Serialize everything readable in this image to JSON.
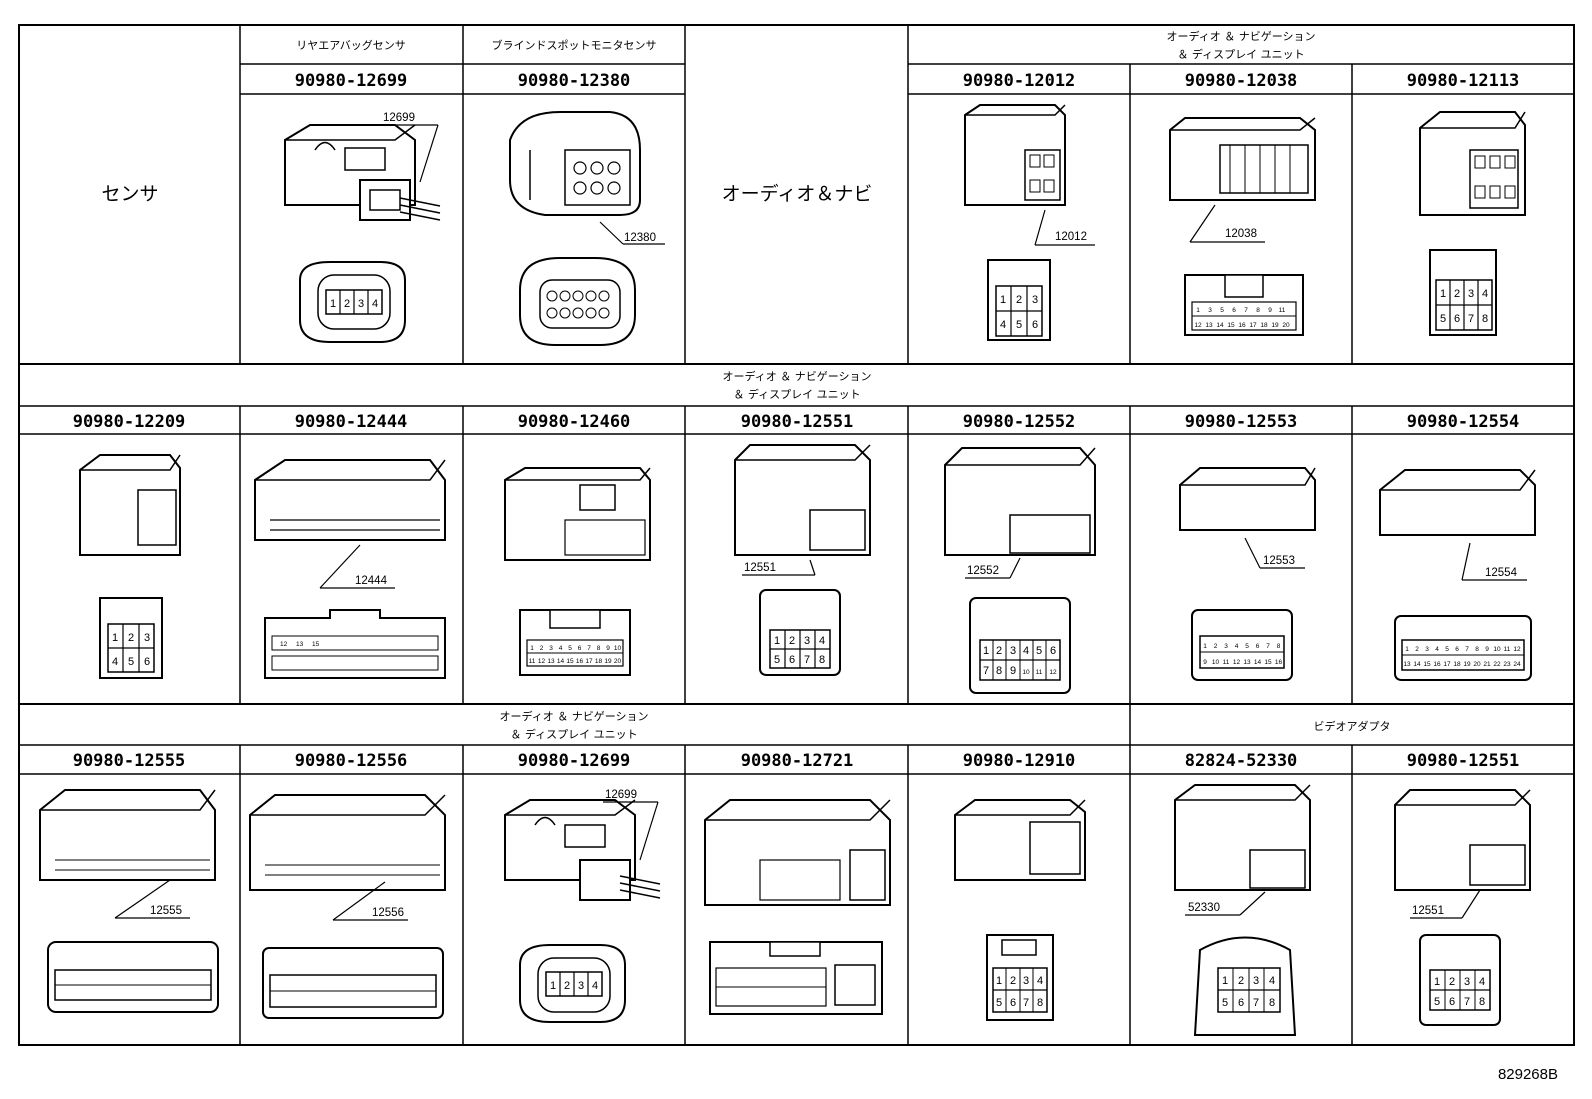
{
  "sheet_code": "829268B",
  "row1": {
    "category": "センサ",
    "audio_nav": "オーディオ＆ナビ",
    "group_header": [
      "オーディオ ＆ ナビゲーション",
      "＆ ディスプレイ ユニット"
    ],
    "cells": [
      {
        "label": "リヤエアバッグセンサ",
        "part": "90980-12699",
        "callout": "12699",
        "pins": [
          "1",
          "2",
          "3",
          "4"
        ]
      },
      {
        "label": "ブラインドスポットモニタセンサ",
        "part": "90980-12380",
        "callout": "12380"
      },
      {
        "part": "90980-12012",
        "callout": "12012",
        "pins": [
          "1",
          "2",
          "3",
          "4",
          "5",
          "6"
        ]
      },
      {
        "part": "90980-12038",
        "callout": "12038",
        "pins": [
          "1",
          "3",
          "5",
          "6",
          "7",
          "8",
          "9",
          "11",
          "12",
          "13",
          "14",
          "15",
          "16",
          "17",
          "18",
          "19",
          "20"
        ]
      },
      {
        "part": "90980-12113",
        "pins": [
          "1",
          "2",
          "3",
          "4",
          "5",
          "6",
          "7",
          "8"
        ]
      }
    ]
  },
  "row2": {
    "group_header": [
      "オーディオ ＆ ナビゲーション",
      "＆ ディスプレイ ユニット"
    ],
    "cells": [
      {
        "part": "90980-12209",
        "pins": [
          "1",
          "2",
          "3",
          "4",
          "5",
          "6"
        ]
      },
      {
        "part": "90980-12444",
        "callout": "12444",
        "pins": [
          "12",
          "13",
          "15"
        ]
      },
      {
        "part": "90980-12460",
        "pins": [
          "1",
          "2",
          "3",
          "4",
          "5",
          "6",
          "7",
          "8",
          "9",
          "10",
          "11",
          "12",
          "13",
          "14",
          "15",
          "16",
          "17",
          "18",
          "19",
          "20"
        ]
      },
      {
        "part": "90980-12551",
        "callout": "12551",
        "pins": [
          "1",
          "2",
          "3",
          "4",
          "5",
          "6",
          "7",
          "8"
        ]
      },
      {
        "part": "90980-12552",
        "callout": "12552",
        "pins": [
          "1",
          "2",
          "3",
          "4",
          "5",
          "6",
          "7",
          "8",
          "9",
          "10",
          "11",
          "12"
        ]
      },
      {
        "part": "90980-12553",
        "callout": "12553",
        "pins": [
          "1",
          "2",
          "3",
          "4",
          "5",
          "6",
          "7",
          "8",
          "9",
          "10",
          "11",
          "12",
          "13",
          "14",
          "15",
          "16"
        ]
      },
      {
        "part": "90980-12554",
        "callout": "12554",
        "pins": [
          "1",
          "2",
          "3",
          "4",
          "5",
          "6",
          "7",
          "8",
          "9",
          "10",
          "11",
          "12",
          "13",
          "14",
          "15",
          "16",
          "17",
          "18",
          "19",
          "20",
          "21",
          "22",
          "23",
          "24"
        ]
      }
    ]
  },
  "row3": {
    "group_header": [
      "オーディオ ＆ ナビゲーション",
      "＆ ディスプレイ ユニット"
    ],
    "video_adapter": "ビデオアダプタ",
    "cells": [
      {
        "part": "90980-12555",
        "callout": "12555"
      },
      {
        "part": "90980-12556",
        "callout": "12556"
      },
      {
        "part": "90980-12699",
        "callout": "12699",
        "pins": [
          "1",
          "2",
          "3",
          "4"
        ]
      },
      {
        "part": "90980-12721"
      },
      {
        "part": "90980-12910",
        "pins": [
          "1",
          "2",
          "3",
          "4",
          "5",
          "6",
          "7",
          "8"
        ]
      },
      {
        "part": "82824-52330",
        "callout": "52330",
        "pins": [
          "1",
          "2",
          "3",
          "4",
          "5",
          "6",
          "7",
          "8"
        ]
      },
      {
        "part": "90980-12551",
        "callout": "12551",
        "pins": [
          "1",
          "2",
          "3",
          "4",
          "5",
          "6",
          "7",
          "8"
        ]
      }
    ]
  }
}
